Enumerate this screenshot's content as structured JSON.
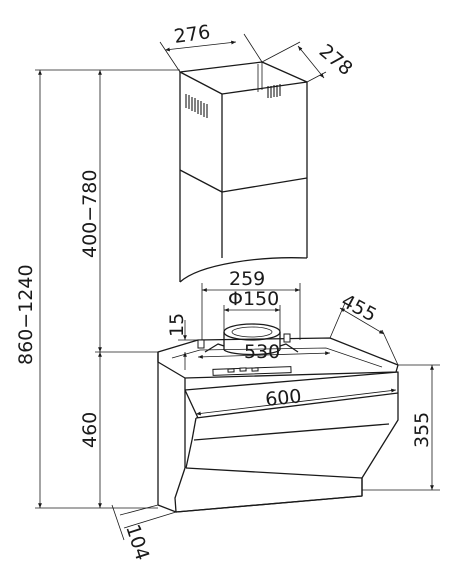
{
  "dimensions": {
    "chimney_width": "276",
    "chimney_depth": "278",
    "chimney_height_range": "400−780",
    "total_height_range": "860−1240",
    "outlet_span": "259",
    "outlet_diameter": "Φ150",
    "offset_top": "15",
    "body_depth": "455",
    "top_width": "530",
    "front_width": "600",
    "body_height": "460",
    "front_height": "355",
    "bottom_depth": "104"
  },
  "colors": {
    "line": "#1a1a1a",
    "background": "#ffffff"
  }
}
